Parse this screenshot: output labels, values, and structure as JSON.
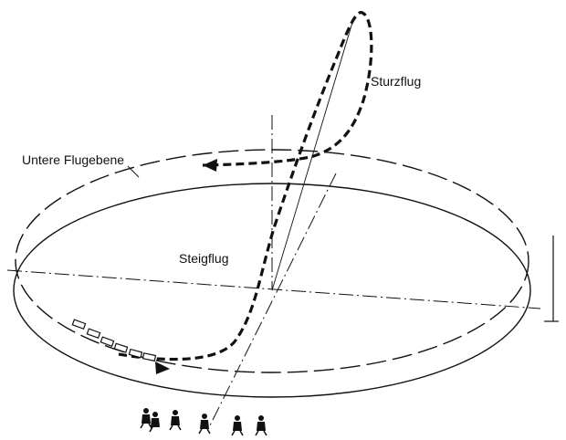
{
  "labels": {
    "sturzflug": "Sturzflug",
    "untere_flugebene": "Untere Flugebene",
    "steigflug": "Steigflug"
  },
  "icons": {
    "direction_arrow": "arrowhead-icon",
    "spectator": "spectator-icon",
    "aircraft": "aircraft-outline-icon"
  },
  "colors": {
    "ink": "#111111",
    "background": "#ffffff"
  }
}
